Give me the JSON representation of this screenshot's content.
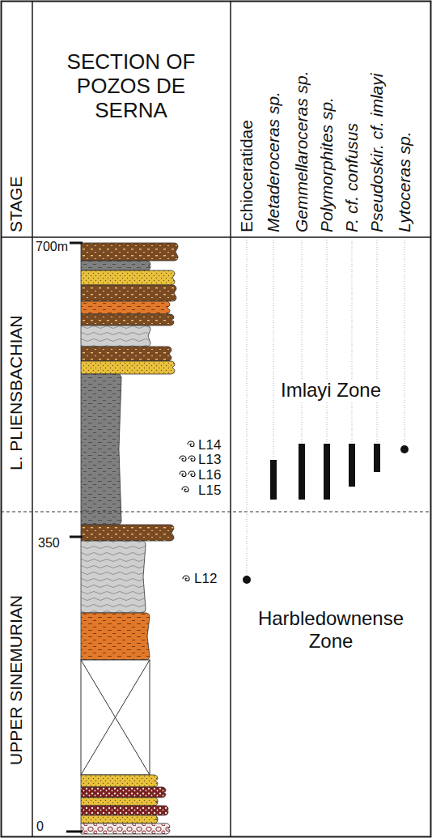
{
  "diagram": {
    "labels": [
      "STAGE",
      "SECTION OF POZOS DE SERNA",
      "Echioceratidae",
      "Metaderoceras sp.",
      "Gemmellaroceras sp.",
      "Polymorphites sp.",
      "P. cf. confusus",
      "Pseudoskir. cf. imlayi",
      "Lytoceras sp.",
      "L. PLIENSBACHIAN",
      "UPPER SINEMURIAN",
      "700m",
      "350",
      "0",
      "L14",
      "L13",
      "L16",
      "L15",
      "Imlayi Zone",
      "L12",
      "Harbledownense Zone"
    ]
  }
}
